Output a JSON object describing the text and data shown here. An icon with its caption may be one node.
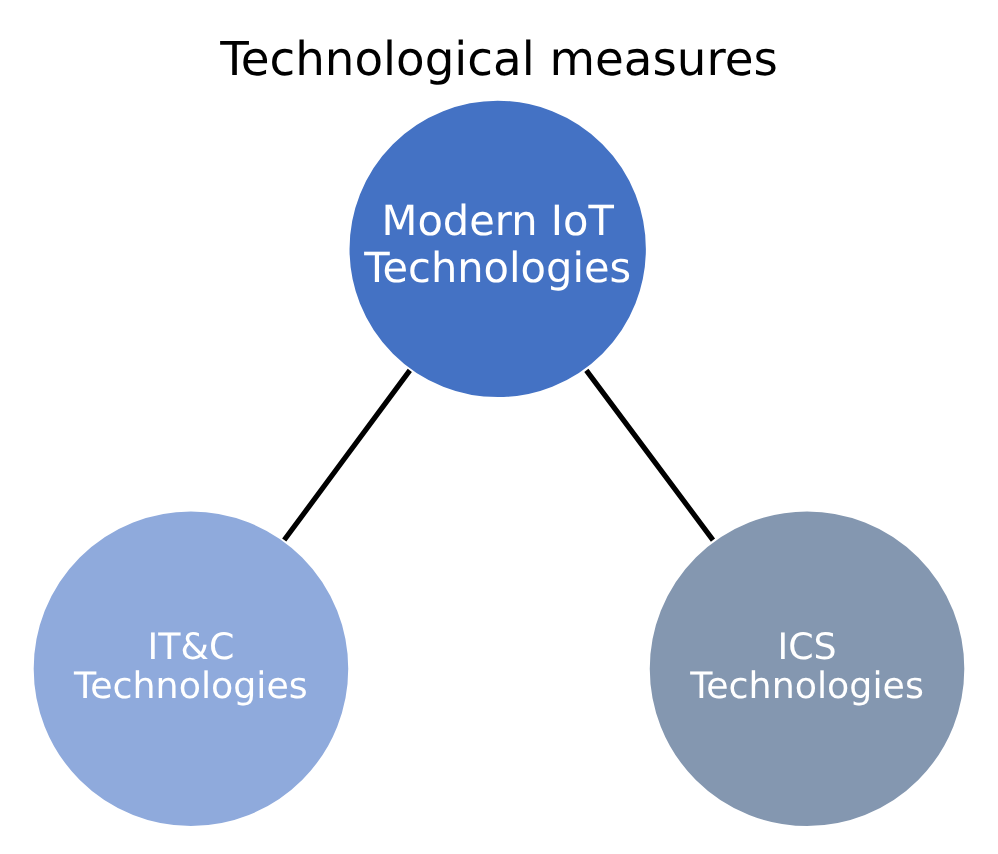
{
  "diagram": {
    "title": "Technological measures",
    "nodes": [
      {
        "text": [
          "Modern IoT Technologies"
        ]
      },
      {
        "text": [
          "IT&C Technologies"
        ]
      },
      {
        "text": [
          "ICS Technologies"
        ]
      }
    ],
    "edges": [
      {
        "from": 0,
        "to": 1,
        "arrow": "none"
      },
      {
        "from": 0,
        "to": 2,
        "arrow": "none"
      }
    ]
  }
}
